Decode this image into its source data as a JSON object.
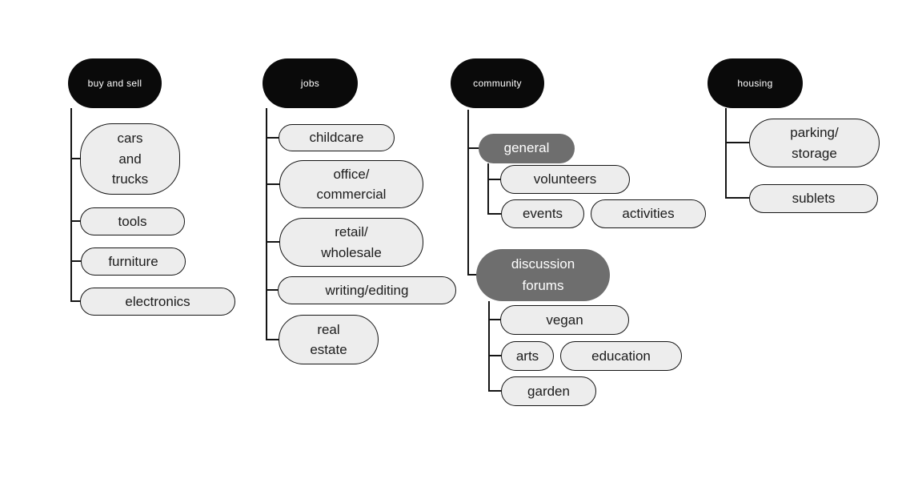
{
  "diagram": {
    "type": "tree",
    "colors": {
      "canvas_bg": "#ffffff",
      "root_fill": "#0a0a0a",
      "root_text": "#ffffff",
      "group_fill": "#6e6e6e",
      "group_text": "#ffffff",
      "leaf_fill": "#ededed",
      "leaf_border": "#141414",
      "leaf_text": "#1c1c1c",
      "connector": "#141414"
    },
    "branches": [
      {
        "label": "buy and sell",
        "children": [
          {
            "label": "cars\nand\ntrucks"
          },
          {
            "label": "tools"
          },
          {
            "label": "furniture"
          },
          {
            "label": "electronics"
          }
        ]
      },
      {
        "label": "jobs",
        "children": [
          {
            "label": "childcare"
          },
          {
            "label": "office/\ncommercial"
          },
          {
            "label": "retail/\nwholesale"
          },
          {
            "label": "writing/editing"
          },
          {
            "label": "real\nestate"
          }
        ]
      },
      {
        "label": "community",
        "children": [
          {
            "label": "general",
            "children": [
              {
                "label": "volunteers"
              },
              {
                "label": "events"
              },
              {
                "label": "activities"
              }
            ]
          },
          {
            "label": "discussion\nforums",
            "children": [
              {
                "label": "vegan"
              },
              {
                "label": "arts"
              },
              {
                "label": "education"
              },
              {
                "label": "garden"
              }
            ]
          }
        ]
      },
      {
        "label": "housing",
        "children": [
          {
            "label": "parking/\nstorage"
          },
          {
            "label": "sublets"
          }
        ]
      }
    ]
  }
}
